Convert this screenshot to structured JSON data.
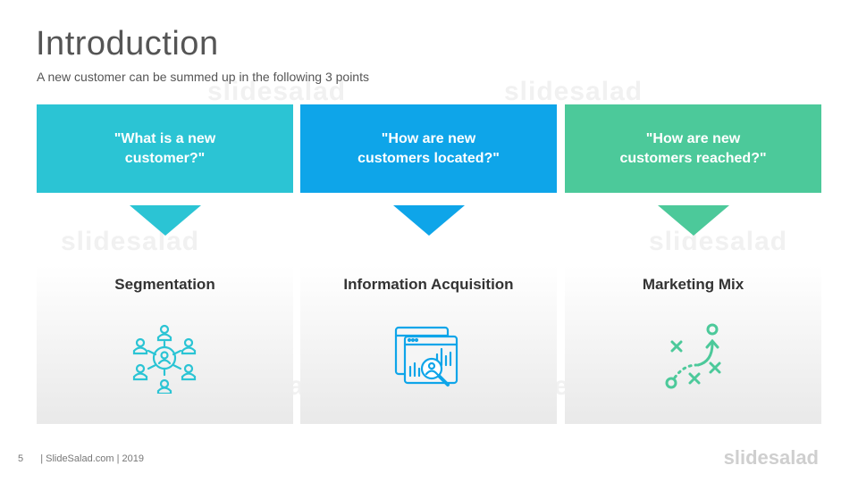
{
  "slide": {
    "title": "Introduction",
    "subtitle": "A new customer can be summed up in the following 3 points"
  },
  "columns": [
    {
      "question": "\"What is a new\ncustomer?\"",
      "label": "Segmentation",
      "color": "#2bc4d4",
      "icon": "segmentation-network-icon"
    },
    {
      "question": "\"How are new\ncustomers located?\"",
      "label": "Information Acquisition",
      "color": "#0ea5e9",
      "icon": "data-search-icon"
    },
    {
      "question": "\"How are new\ncustomers reached?\"",
      "label": "Marketing Mix",
      "color": "#4cc99a",
      "icon": "strategy-playbook-icon"
    }
  ],
  "footer": {
    "page_number": "5",
    "credit": "| SlideSalad.com | 2019",
    "brand": "slidesalad"
  },
  "watermark": "slidesalad"
}
